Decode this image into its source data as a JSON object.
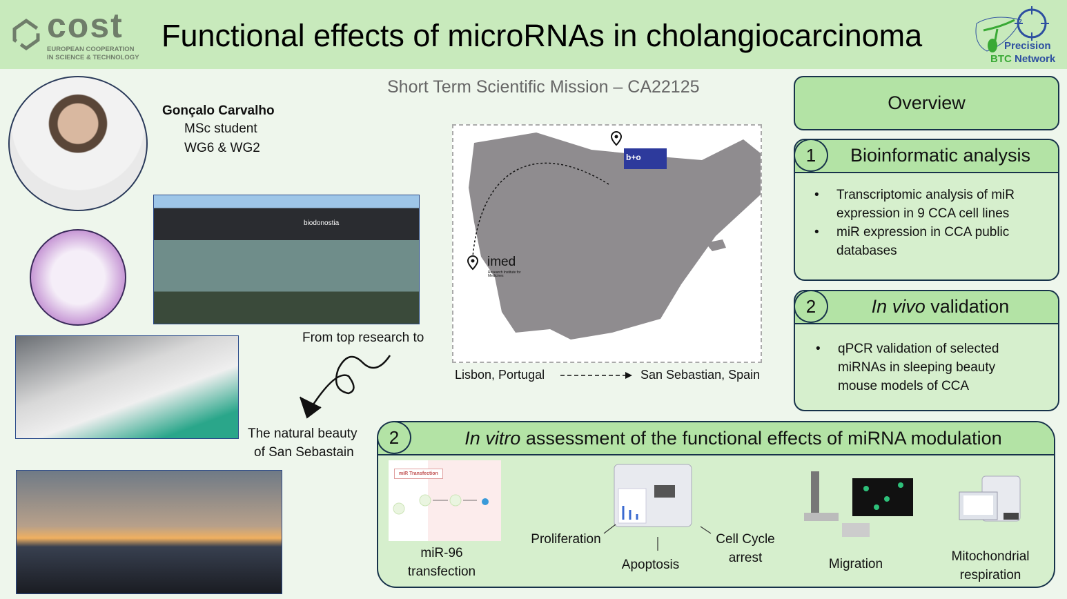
{
  "header": {
    "title": "Functional effects of microRNAs in cholangiocarcinoma",
    "cost_logo": {
      "word": "cost",
      "subtitle_line1": "EUROPEAN COOPERATION",
      "subtitle_line2": "IN SCIENCE & TECHNOLOGY"
    },
    "network_logo": {
      "line1": "Precision",
      "line2_a": "BTC",
      "line2_b": "Network"
    }
  },
  "mission": "Short Term Scientific Mission – CA22125",
  "person": {
    "name": "Gonçalo Carvalho",
    "role": "MSc student",
    "groups": "WG6 & WG2"
  },
  "photos": {
    "building_sign": "biodonostia"
  },
  "captions": {
    "from_top": "From top research to",
    "natural_line1": "The natural beauty",
    "natural_line2": "of San Sebastain"
  },
  "map": {
    "origin": "Lisbon, Portugal",
    "destination": "San Sebastian, Spain",
    "origin_logo": "imed",
    "origin_logo_sub": "Research Institute for Medicines",
    "dest_logo": "b+o"
  },
  "overview": {
    "title": "Overview",
    "section1": {
      "number": "1",
      "title": "Bioinformatic analysis",
      "bullets": [
        "Transcriptomic analysis of miR expression in  9 CCA cell lines",
        "miR expression in CCA public databases"
      ]
    },
    "section2": {
      "number": "2",
      "title_italic": "In vivo",
      "title_rest": " validation",
      "bullets": [
        "qPCR validation of selected miRNAs in sleeping beauty mouse models of CCA"
      ]
    }
  },
  "invitro": {
    "number": "2",
    "title_italic": "In vitro",
    "title_rest": " assessment of the functional effects of miRNA modulation",
    "transfection_label": "miR Transfection",
    "items": {
      "transfection": "miR-96\ntransfection",
      "proliferation": "Proliferation",
      "apoptosis": "Apoptosis",
      "cell_cycle": "Cell Cycle\narrest",
      "migration": "Migration",
      "respiration": "Mitochondrial\nrespiration"
    }
  }
}
